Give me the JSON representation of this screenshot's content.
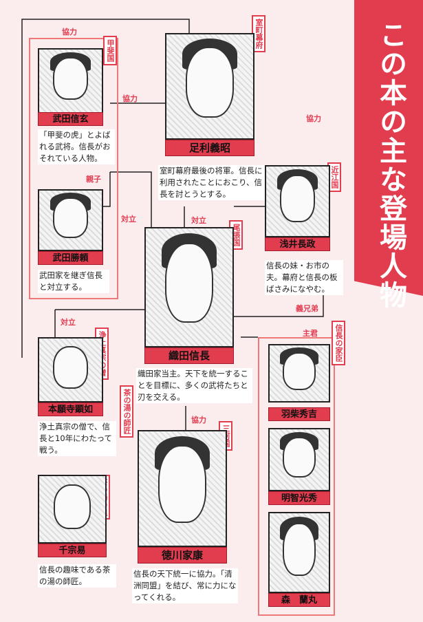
{
  "title": "この本の主な登場人物",
  "relations": {
    "kyoryoku_top": "協力",
    "kyoryoku_takeda": "協力",
    "kyoryoku_azai": "協力",
    "oyako": "親子",
    "tairitsu_left": "対立",
    "tairitsu_center": "対立",
    "tairitsu_honganji": "対立",
    "gikeitei": "義兄弟",
    "shukun": "主君",
    "kyoryoku_tokugawa": "協力"
  },
  "tags": {
    "kai": "甲斐国",
    "muromachi": "室町幕府",
    "omi": "近江国",
    "owari": "尾張国",
    "jodo": "浄土真宗の僧",
    "sado_shisho": "茶の湯の師匠",
    "mikawa": "三河国",
    "sado_so": "茶の湯の祖",
    "kashin": "信長の家臣"
  },
  "characters": {
    "takeda_shingen": {
      "name": "武田信玄",
      "desc": "「甲斐の虎」とよばれる武将。信長がおそれている人物。"
    },
    "ashikaga": {
      "name": "足利義昭",
      "desc": "室町幕府最後の将軍。信長に利用されたことにおこり、信長を討とうとする。"
    },
    "azai": {
      "name": "浅井長政",
      "desc": "信長の妹・お市の夫。幕府と信長の板ばさみになやむ。"
    },
    "takeda_katsuyori": {
      "name": "武田勝頼",
      "desc": "武田家を継ぎ信長と対立する。"
    },
    "oda": {
      "name": "織田信長",
      "desc": "織田家当主。天下を統一することを目標に、多くの武将たちと刃を交える。"
    },
    "honganji": {
      "name": "本願寺顕如",
      "desc": "浄土真宗の僧で、信長と10年にわたって戦う。"
    },
    "hashiba": {
      "name": "羽柴秀吉"
    },
    "akechi": {
      "name": "明智光秀"
    },
    "mori": {
      "name": "森　蘭丸"
    },
    "tokugawa": {
      "name": "徳川家康",
      "desc": "信長の天下統一に協力。「清洲同盟」を結び、常に力になってくれる。"
    },
    "sen": {
      "name": "千宗易",
      "desc": "信長の趣味である茶の湯の師匠。"
    }
  }
}
